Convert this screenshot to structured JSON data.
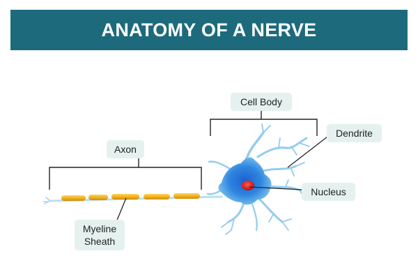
{
  "title": "ANATOMY OF A NERVE",
  "labels": {
    "cell_body": "Cell Body",
    "dendrite": "Dendrite",
    "axon": "Axon",
    "nucleus": "Nucleus",
    "myeline_line1": "Myeline",
    "myeline_line2": "Sheath"
  },
  "colors": {
    "banner": "#1d6a7c",
    "label_bg": "#e4f1ef",
    "neuron_blue": "#2f86e0",
    "dendrite_light": "#a8d6ef",
    "nucleus_red": "#e01b1b",
    "myelin_yellow": "#f2b21e"
  }
}
